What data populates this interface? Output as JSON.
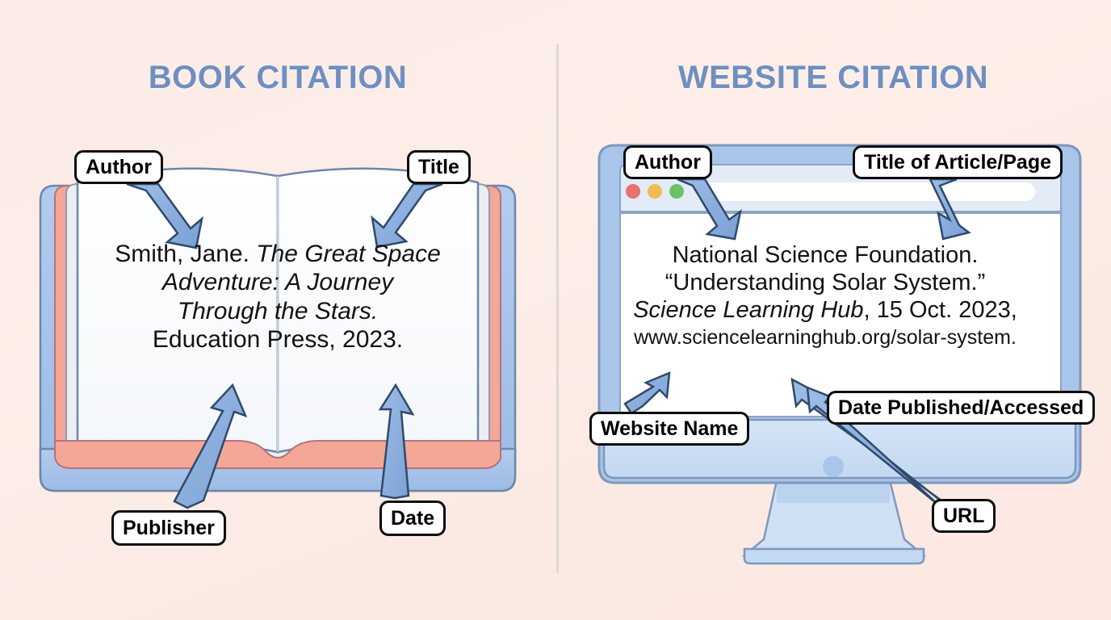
{
  "background": {
    "color_start": "#fcebe7",
    "color_end": "#fbe9e3",
    "divider_color": "#ddd8d6"
  },
  "theme": {
    "title_color": "#6e8fc0",
    "arrow_fill": "#7fa3d8",
    "arrow_stroke": "#2f4a6b",
    "book_cover": "#a6c1e8",
    "book_inner": "#f4a796",
    "monitor_frame": "#a9c5ea",
    "monitor_body": "#cfe0f5",
    "label_border": "#0d0d0d",
    "label_fill": "#ffffff"
  },
  "panels": {
    "book": {
      "title": "BOOK CITATION",
      "citation": {
        "line1_plain": "Smith, Jane. ",
        "line1_italic": "The Great Space",
        "line2_italic": "Adventure: A Journey",
        "line3_italic": "Through the Stars.",
        "line4_plain": "Education Press, 2023."
      },
      "labels": [
        {
          "id": "author",
          "text": "Author",
          "points_to": "Smith, Jane."
        },
        {
          "id": "title",
          "text": "Title",
          "points_to": "The Great Space Adventure: A Journey Through the Stars."
        },
        {
          "id": "publisher",
          "text": "Publisher",
          "points_to": "Education Press"
        },
        {
          "id": "date",
          "text": "Date",
          "points_to": "2023"
        }
      ]
    },
    "website": {
      "title": "WEBSITE CITATION",
      "browser": {
        "traffic_lights": [
          "#e8726d",
          "#f0bb52",
          "#6cc264"
        ],
        "url_bar_value": ""
      },
      "citation": {
        "line1": "National Science Foundation.",
        "line2": "“Understanding Solar System.”",
        "line3_italic": "Science Learning Hub",
        "line3_plain": ", 15 Oct. 2023,",
        "line4_url": "www.sciencelearninghub.org/solar-system."
      },
      "labels": [
        {
          "id": "author",
          "text": "Author",
          "points_to": "National Science Foundation."
        },
        {
          "id": "title",
          "text": "Title of Article/Page",
          "points_to": "“Understanding Solar System.”"
        },
        {
          "id": "website",
          "text": "Website Name",
          "points_to": "Science Learning Hub"
        },
        {
          "id": "datepub",
          "text": "Date Published/Accessed",
          "points_to": "15 Oct. 2023"
        },
        {
          "id": "url",
          "text": "URL",
          "points_to": "www.sciencelearninghub.org/solar-system."
        }
      ]
    }
  }
}
